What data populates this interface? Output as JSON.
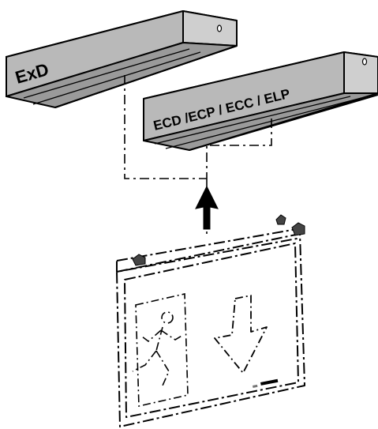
{
  "housings": [
    {
      "id": "exd",
      "label": "ExD"
    },
    {
      "id": "ecd",
      "label": "ECD /ECP / ECC / ELP"
    }
  ],
  "colors": {
    "housing_face": "#b9b9b9",
    "housing_top": "#d6d6d6",
    "housing_end": "#cfcfcf",
    "housing_shadow": "#8a8a8a",
    "outline": "#000000",
    "sign_panel": "#ffffff"
  },
  "sign": {
    "pictogram": "running-man-exit-icon",
    "direction_arrow": "arrow-down-icon",
    "mount_arrow": "arrow-up-icon"
  }
}
